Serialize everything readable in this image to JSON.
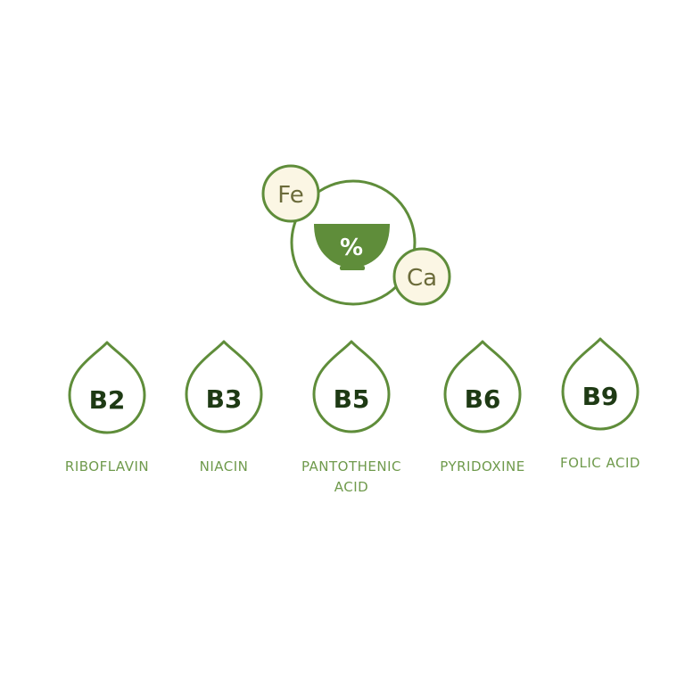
{
  "colors": {
    "primary_green": "#5f8d3a",
    "dark_green": "#1e3a14",
    "caption_green": "#6f9a4c",
    "cream": "#fbf6e4",
    "label_gray": "#6b6b3a",
    "background": "#ffffff"
  },
  "minerals": {
    "center_icon": "bowl-icon",
    "center_symbol": "%",
    "iron_symbol": "Fe",
    "calcium_symbol": "Ca"
  },
  "vitamins": [
    {
      "code": "B2",
      "name": "RIBOFLAVIN",
      "icon": "drop-icon"
    },
    {
      "code": "B3",
      "name": "NIACIN",
      "icon": "drop-icon"
    },
    {
      "code": "B5",
      "name": "PANTOTHENIC ACID",
      "icon": "drop-icon"
    },
    {
      "code": "B6",
      "name": "PYRIDOXINE",
      "icon": "drop-icon"
    },
    {
      "code": "B9",
      "name": "FOLIC ACID",
      "icon": "drop-icon"
    }
  ]
}
